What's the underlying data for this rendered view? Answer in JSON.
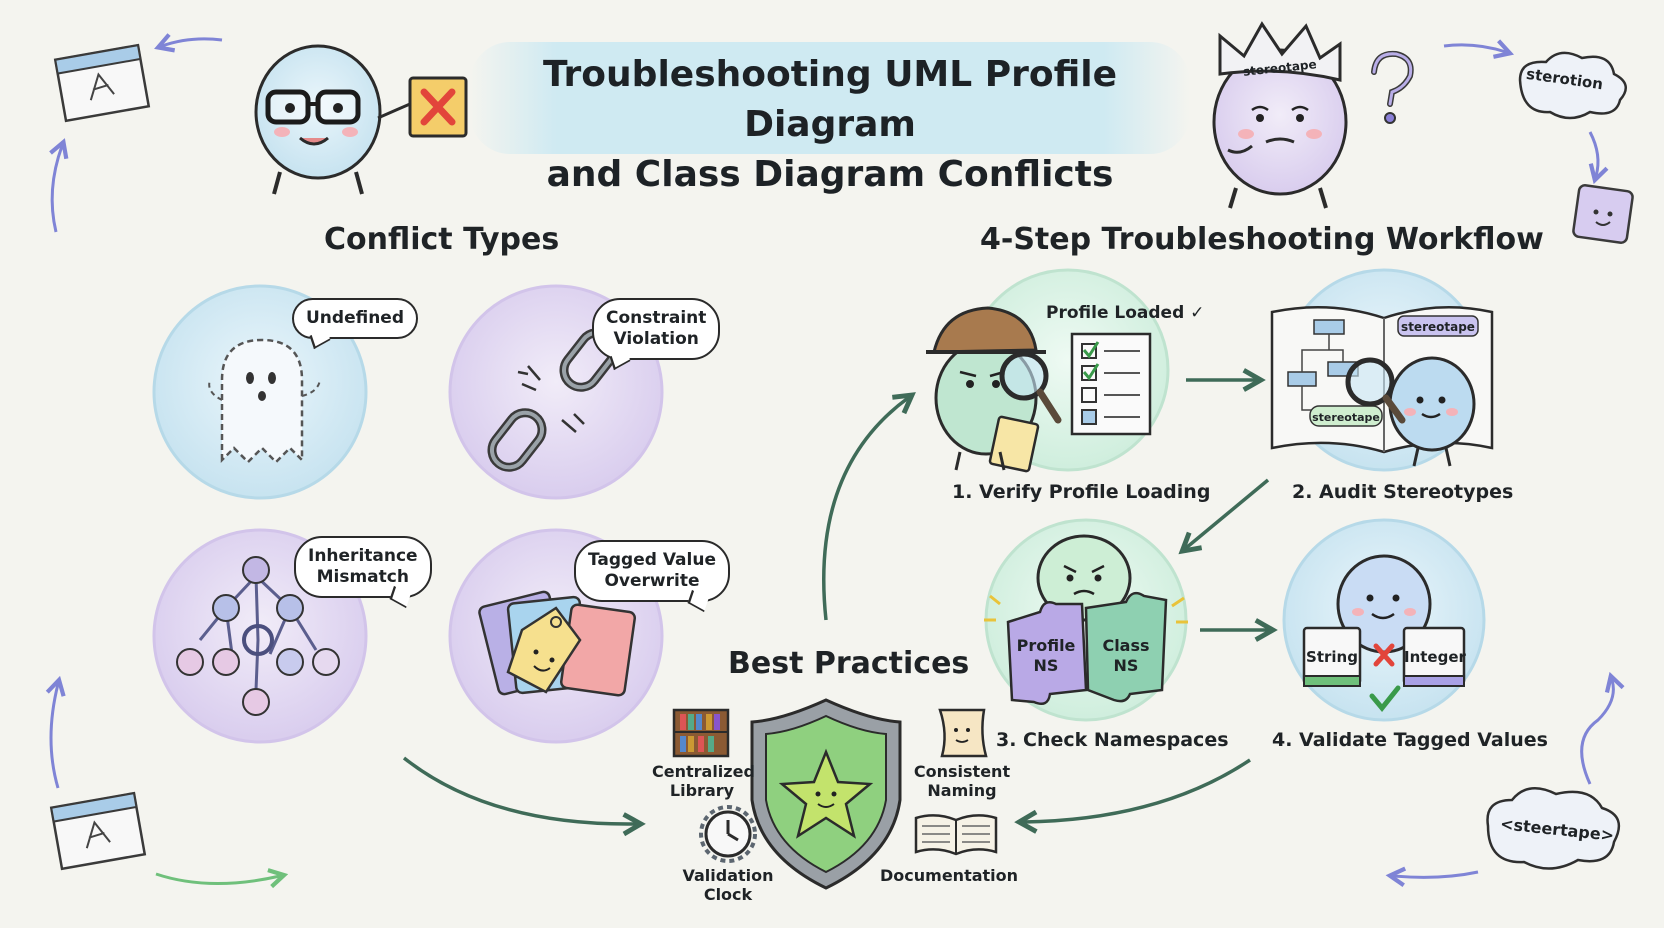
{
  "title": {
    "line1": "Troubleshooting UML Profile Diagram",
    "line2": "and Class Diagram Conflicts"
  },
  "conflict_types": {
    "heading": "Conflict Types",
    "items": [
      {
        "line1": "Undefined",
        "line2": "",
        "icon": "ghost-icon"
      },
      {
        "line1": "Constraint",
        "line2": "Violation",
        "icon": "broken-chain-icon"
      },
      {
        "line1": "Inheritance",
        "line2": "Mismatch",
        "icon": "tangled-tree-icon"
      },
      {
        "line1": "Tagged Value",
        "line2": "Overwrite",
        "icon": "tags-icon"
      }
    ]
  },
  "workflow": {
    "heading": "4-Step Troubleshooting Workflow",
    "steps": [
      {
        "label": "1. Verify Profile Loading",
        "note": "Profile Loaded ✓"
      },
      {
        "label": "2. Audit Stereotypes",
        "tag1": "stereotape",
        "tag2": "stereotape"
      },
      {
        "label": "3. Check Namespaces",
        "piece1": "Profile NS",
        "piece2": "Class NS"
      },
      {
        "label": "4. Validate Tagged Values",
        "card1": "String",
        "card2": "Integer"
      }
    ]
  },
  "best_practices": {
    "heading": "Best Practices",
    "items": [
      {
        "line1": "Centralized",
        "line2": "Library",
        "icon": "bookshelf-icon"
      },
      {
        "line1": "Consistent",
        "line2": "Naming",
        "icon": "scroll-icon"
      },
      {
        "line1": "Validation",
        "line2": "Clock",
        "icon": "clock-icon"
      },
      {
        "line1": "Documentation",
        "line2": "",
        "icon": "book-icon"
      }
    ]
  },
  "decor": {
    "crown_text": "stereotape",
    "cloud_top": "sterotion",
    "cloud_bottom": "<steertape>"
  },
  "colors": {
    "background": "#f4f4ef",
    "arrow_green": "#3f6b58",
    "arrow_purple": "#7f84d6",
    "blue_circle": "#d3e9f3",
    "purple_circle": "#e4dcf1",
    "shield_green": "#8fd07f"
  }
}
